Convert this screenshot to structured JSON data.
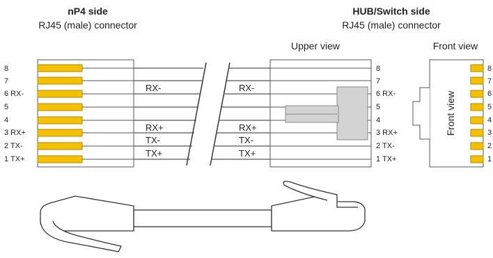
{
  "left": {
    "title": "nP4 side",
    "subtitle": "RJ45 (male) connector",
    "pins": [
      "8",
      "7",
      "6 RX-",
      "5",
      "4",
      "3 RX+",
      "2 TX-",
      "1 TX+"
    ]
  },
  "right": {
    "title": "HUB/Switch side",
    "subtitle": "RJ45 (male) connector",
    "upper_view": "Upper view",
    "front_view": "Front view",
    "front_view_rotated": "Front view",
    "upper_pins": [
      "8",
      "7",
      "6 RX-",
      "5",
      "4",
      "3 RX+",
      "2 TX-",
      "1 TX+"
    ],
    "front_pins": [
      "8",
      "7",
      "6",
      "5",
      "4",
      "3",
      "2",
      "1"
    ]
  },
  "wires": {
    "left_labels": [
      "RX-",
      "RX+",
      "TX-",
      "TX+"
    ],
    "right_labels": [
      "RX-",
      "RX+",
      "TX-",
      "TX+"
    ]
  },
  "colors": {
    "pin_fill": "#f5c000",
    "pin_stroke": "#b08a00",
    "plug_gray": "#d3d3d3"
  }
}
